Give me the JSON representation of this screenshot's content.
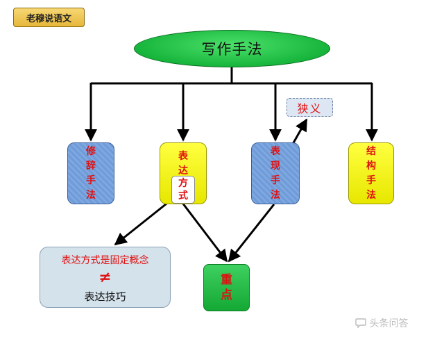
{
  "badge": "老穆说语文",
  "root": "写作手法",
  "nodes": {
    "n1": [
      "修",
      "辞",
      "手",
      "法"
    ],
    "n2": [
      "表",
      "达"
    ],
    "n2_inner": [
      "方",
      "式"
    ],
    "n3": [
      "表",
      "现",
      "手",
      "法"
    ],
    "n4": [
      "结",
      "构",
      "手",
      "法"
    ]
  },
  "narrow": "狭义",
  "concept": {
    "line1": "表达方式是固定概念",
    "symbol": "≠",
    "line2": "表达技巧"
  },
  "key": [
    "重",
    "点"
  ],
  "watermark": "头条问答",
  "colors": {
    "root": "#17b53c",
    "blue_node": "#6f9bd8",
    "yellow_node": "#e7e700",
    "key_node": "#14a834",
    "text_red": "#e01010"
  }
}
